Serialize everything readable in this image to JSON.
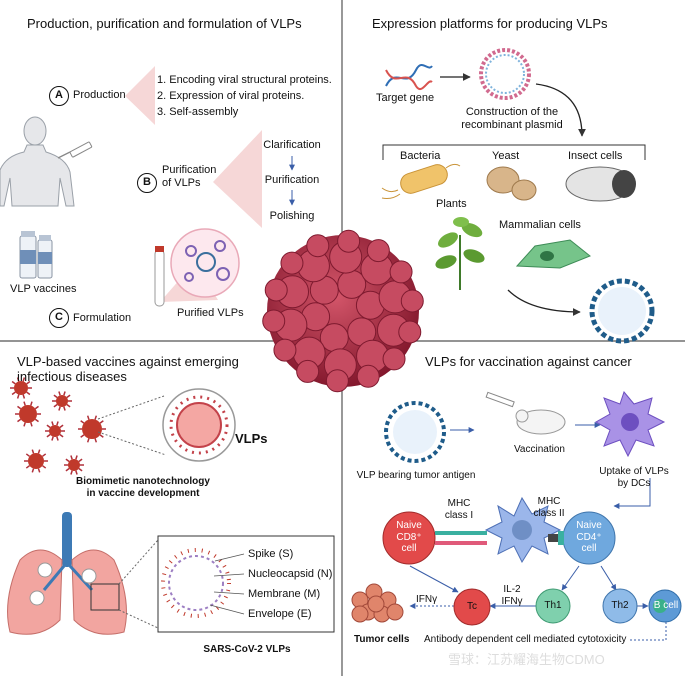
{
  "panels": {
    "production": {
      "title": "Production, purification and formulation  of VLPs",
      "badge_a": "A",
      "production_label": "Production",
      "steps": [
        "1. Encoding viral structural proteins.",
        "2. Expression of viral proteins.",
        "3. Self-assembly"
      ],
      "badge_b": "B",
      "purification_label": "Purification\nof VLPs",
      "purification_steps": [
        "Clarification",
        "Purification",
        "Polishing"
      ],
      "vaccines_label": "VLP vaccines",
      "badge_c": "C",
      "formulation_label": "Formulation",
      "purified_label": "Purified VLPs"
    },
    "expression": {
      "title": "Expression platforms for producing VLPs",
      "target_gene": "Target gene",
      "plasmid_label": "Construction of the\nrecombinant plasmid",
      "hosts": [
        "Bacteria",
        "Yeast",
        "Insect cells",
        "Plants",
        "Mammalian cells"
      ]
    },
    "infectious": {
      "title": "VLP-based vaccines against emerging\ninfectious diseases",
      "vlps_label": "VLPs",
      "biomimetic_label": "Biomimetic nanotechnology\nin vaccine development",
      "structure_labels": [
        "Spike (S)",
        "Nucleocapsid (N)",
        "Membrane (M)",
        "Envelope (E)"
      ],
      "sars_label": "SARS-CoV-2 VLPs"
    },
    "cancer": {
      "title": "VLPs for vaccination against cancer",
      "vlp_antigen": "VLP bearing tumor antigen",
      "vaccination": "Vaccination",
      "uptake": "Uptake of VLPs\nby DCs",
      "mhc1": "MHC\nclass I",
      "mhc2": "MHC\nclass II",
      "naive_cd8": "Naive\nCD8⁺\ncell",
      "naive_cd4": "Naive\nCD4⁺\ncell",
      "il2_ifn": "IL-2\nIFNγ",
      "ifn": "IFNγ",
      "tc": "Tc",
      "th1": "Th1",
      "th2": "Th2",
      "bcell": "B cell",
      "tumor_cells": "Tumor cells",
      "adcc": "Antibody dependent cell mediated cytotoxicity"
    }
  },
  "watermark": "雪球：江苏耀海生物CDMO",
  "colors": {
    "divider": "#555555",
    "vlp_red": "#a5243a",
    "vlp_blue": "#1f5c8a",
    "virus_red": "#c0392b",
    "cell_red": "#d94343",
    "cell_blue": "#5d9ad6",
    "th_green": "#4fb58a",
    "dc_purple": "#8d6fd6",
    "lung_pink": "#f2a5a0"
  }
}
